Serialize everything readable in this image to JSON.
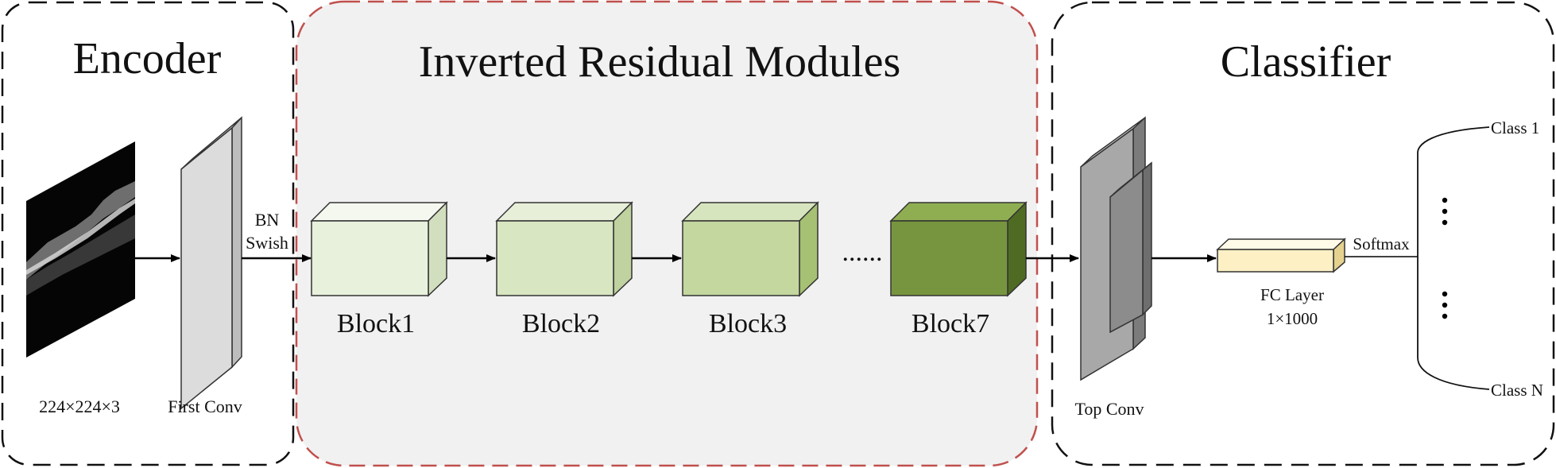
{
  "sections": {
    "encoder": {
      "title": "Encoder"
    },
    "modules": {
      "title": "Inverted Residual Modules"
    },
    "classifier": {
      "title": "Classifier"
    }
  },
  "encoder": {
    "input_label": "224×224×3",
    "first_conv_label": "First Conv",
    "bn_label": "BN",
    "swish_label": "Swish"
  },
  "blocks": [
    {
      "label": "Block1",
      "color": "#e8f1dc"
    },
    {
      "label": "Block2",
      "color": "#d8e6c2"
    },
    {
      "label": "Block3",
      "color": "#c3d79f"
    },
    {
      "label": "Block7",
      "color": "#77953f"
    }
  ],
  "ellipsis": "......",
  "classifier": {
    "top_conv_label": "Top Conv",
    "fc_label": "FC Layer",
    "fc_size": "1×1000",
    "softmax_label": "Softmax",
    "class_first": "Class 1",
    "class_last": "Class N"
  },
  "colors": {
    "modules_bg": "#f1f1f1",
    "modules_border": "#c0504d",
    "fc_fill": "#fdf0c4",
    "top_conv_fill": "#a8a8a8"
  }
}
